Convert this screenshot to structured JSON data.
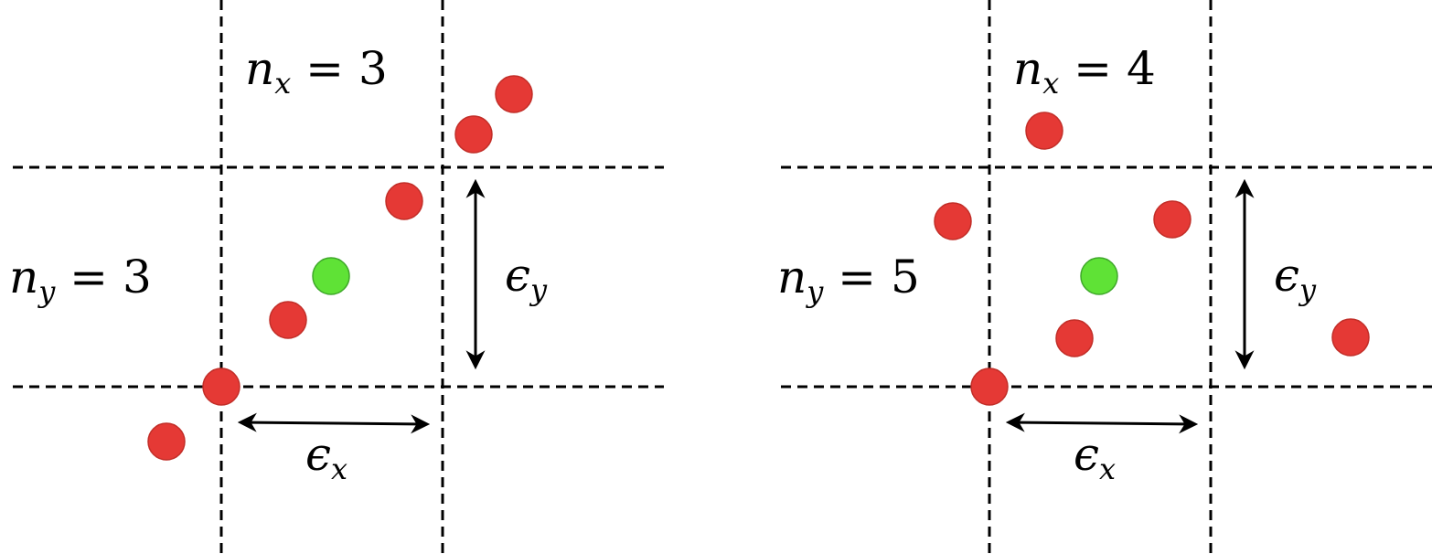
{
  "colors": {
    "red_point": "#e53935",
    "green_point": "#5fe236",
    "line": "#000000"
  },
  "panels": [
    {
      "nx_label": {
        "var": "n",
        "sub": "x",
        "eq": " = ",
        "value": "3"
      },
      "ny_label": {
        "var": "n",
        "sub": "y",
        "eq": " = ",
        "value": "3"
      },
      "eps_x_label": {
        "var": "ϵ",
        "sub": "x"
      },
      "eps_y_label": {
        "var": "ϵ",
        "sub": "y"
      }
    },
    {
      "nx_label": {
        "var": "n",
        "sub": "x",
        "eq": " = ",
        "value": "4"
      },
      "ny_label": {
        "var": "n",
        "sub": "y",
        "eq": " = ",
        "value": "5"
      },
      "eps_x_label": {
        "var": "ϵ",
        "sub": "x"
      },
      "eps_y_label": {
        "var": "ϵ",
        "sub": "y"
      }
    }
  ]
}
